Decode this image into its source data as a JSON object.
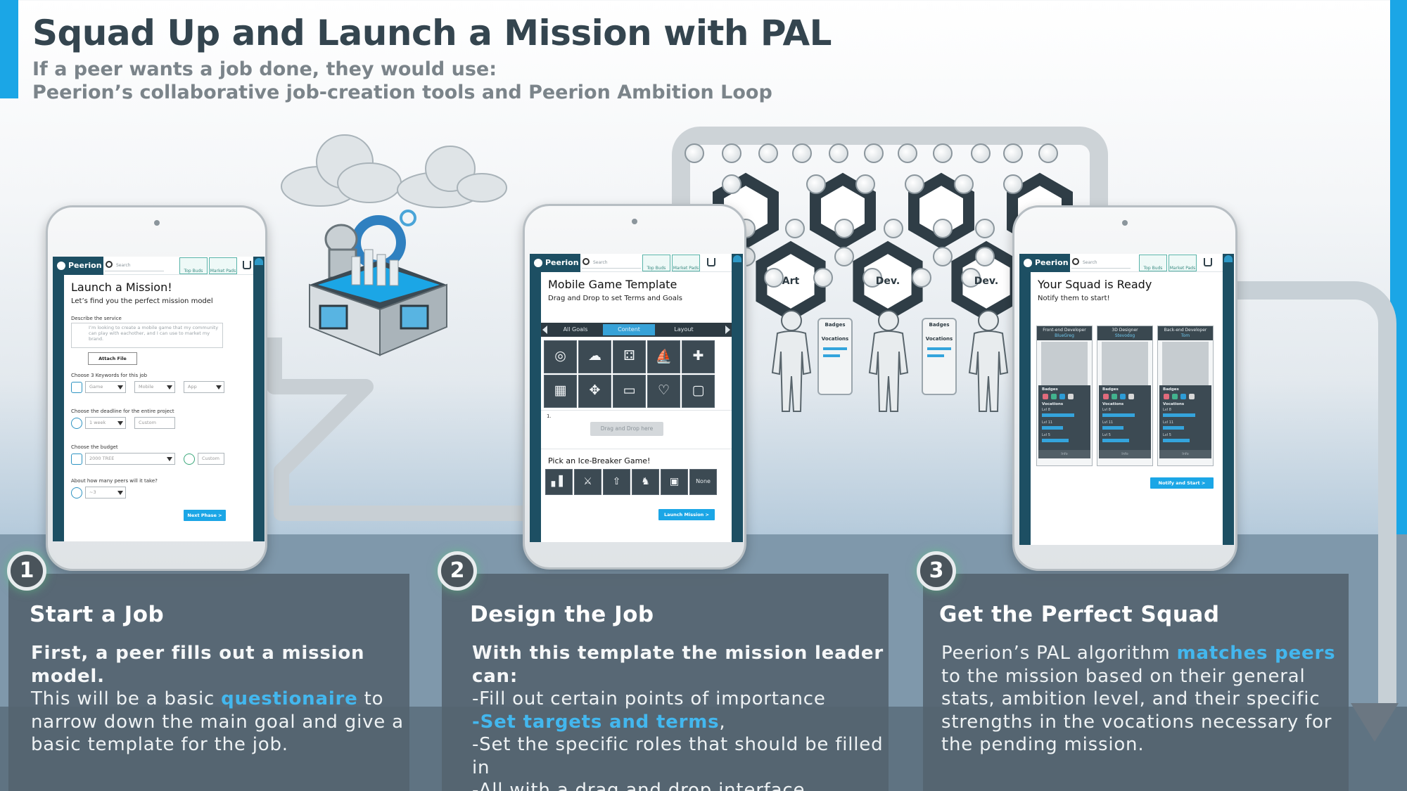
{
  "header": {
    "title": "Squad Up and Launch a Mission with PAL",
    "subtitle_line1": "If a peer wants a job done, they would use:",
    "subtitle_line2": "Peerion’s collaborative job-creation tools and Peerion Ambition Loop"
  },
  "colors": {
    "accent": "#1ba6e6",
    "dark_nav": "#1d4f63",
    "panel": "#556470",
    "highlight": "#43b7ee"
  },
  "app": {
    "logo": "Peerion",
    "search_placeholder": "Search",
    "tab_top_buds": "Top Buds",
    "tab_market_pads": "Market Pads"
  },
  "phone1": {
    "title": "Launch a Mission!",
    "subtitle": "Let’s find you the perfect mission model",
    "describe_label": "Describe the service",
    "describe_text": "I’m looking to create a mobile game that my community can play with eachother, and I can use to market my brand.",
    "attach_button": "Attach File",
    "keywords_label": "Choose 3 Keywords for this job",
    "keyword1": "Game",
    "keyword2": "Mobile",
    "keyword3": "App",
    "deadline_label": "Choose the deadline for the entire project",
    "deadline_value": "1 week",
    "deadline_custom": "Custom",
    "budget_label": "Choose the budget",
    "budget_value": "2000 TREE",
    "budget_custom": "Custom",
    "peers_label": "About how many peers will it take?",
    "peers_value": "~3",
    "next_button": "Next Phase >"
  },
  "phone2": {
    "title": "Mobile Game Template",
    "subtitle": "Drag and Drop to set Terms and Goals",
    "tabs": [
      "All Goals",
      "Content",
      "Layout"
    ],
    "active_tab": "Content",
    "grid_icons": [
      "target-icon",
      "brain-icon",
      "dice-icon",
      "ship-icon",
      "gamepad-icon",
      "puzzle-icon",
      "arrows-icon",
      "handheld-icon",
      "heart-icon",
      "screen-icon"
    ],
    "drop_index": "1.",
    "drop_placeholder": "Drag and Drop here",
    "ice_title": "Pick an Ice-Breaker Game!",
    "ice_icons": [
      "chart-icon",
      "swords-icon",
      "rocket-icon",
      "chess-icon",
      "cards-icon"
    ],
    "ice_none": "None",
    "launch_button": "Launch Mission >"
  },
  "network": {
    "hex_labels": [
      "Art",
      "Dev.",
      "Dev."
    ],
    "card_badges": "Badges",
    "card_vocations": "Vocations"
  },
  "phone3": {
    "title": "Your Squad is Ready",
    "subtitle": "Notify them to start!",
    "members": [
      {
        "role": "Front-end Developer",
        "name": "BlueGreg"
      },
      {
        "role": "3D Designer",
        "name": "Stevodog"
      },
      {
        "role": "Back-end Developer",
        "name": "Tom"
      }
    ],
    "badges_label": "Badges",
    "vocations_label": "Vocations",
    "lvl_labels": [
      "Lvl 8",
      "Lvl 11",
      "Lvl 5"
    ],
    "info_label": "Info",
    "notify_button": "Notify and Start >"
  },
  "steps": [
    {
      "number": "1",
      "title": "Start a Job",
      "lead": "First, a peer fills out a mission model.",
      "text_before": "This will be a basic ",
      "highlight": "questionaire",
      "text_after": " to narrow down the main goal and give a basic template for the job."
    },
    {
      "number": "2",
      "title": "Design the Job",
      "lead": "With this template the mission leader can:",
      "line1": "-Fill out certain points of importance",
      "highlight": "-Set targets and terms",
      "comma": ",",
      "line3": "-Set the specific roles that should be filled in",
      "line4": "-All with a drag and drop interface."
    },
    {
      "number": "3",
      "title": "Get the Perfect Squad",
      "text_before": "Peerion’s PAL algorithm ",
      "highlight": "matches peers",
      "text_after": " to the mission based on their general stats, ambition level, and their specific strengths in the vocations necessary for the pending mission."
    }
  ]
}
